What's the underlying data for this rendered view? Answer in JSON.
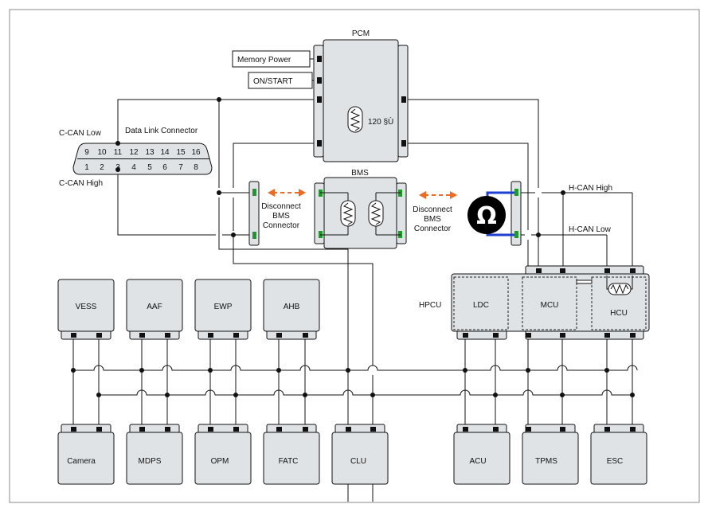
{
  "pcm": {
    "title": "PCM",
    "resistor": "120 §Ù"
  },
  "inputs": {
    "memory_power": "Memory Power",
    "on_start": "ON/START"
  },
  "dlc": {
    "title": "Data Link Connector",
    "c_can_low": "C-CAN Low",
    "c_can_high": "C-CAN High",
    "top_pins": [
      "9",
      "10",
      "11",
      "12",
      "13",
      "14",
      "15",
      "16"
    ],
    "bottom_pins": [
      "1",
      "2",
      "3",
      "4",
      "5",
      "6",
      "7",
      "8"
    ]
  },
  "bms": {
    "title": "BMS"
  },
  "disconnect": {
    "line1": "Disconnect",
    "line2": "BMS",
    "line3": "Connector"
  },
  "hcan": {
    "high": "H-CAN High",
    "low": "H-CAN Low"
  },
  "ohm_symbol": "Ω",
  "hpcu": {
    "title": "HPCU",
    "ldc": "LDC",
    "mcu": "MCU",
    "hcu": "HCU"
  },
  "top_modules": [
    "VESS",
    "AAF",
    "EWP",
    "AHB"
  ],
  "bottom_modules": [
    "Camera",
    "MDPS",
    "OPM",
    "FATC",
    "CLU",
    "ACU",
    "TPMS",
    "ESC"
  ]
}
